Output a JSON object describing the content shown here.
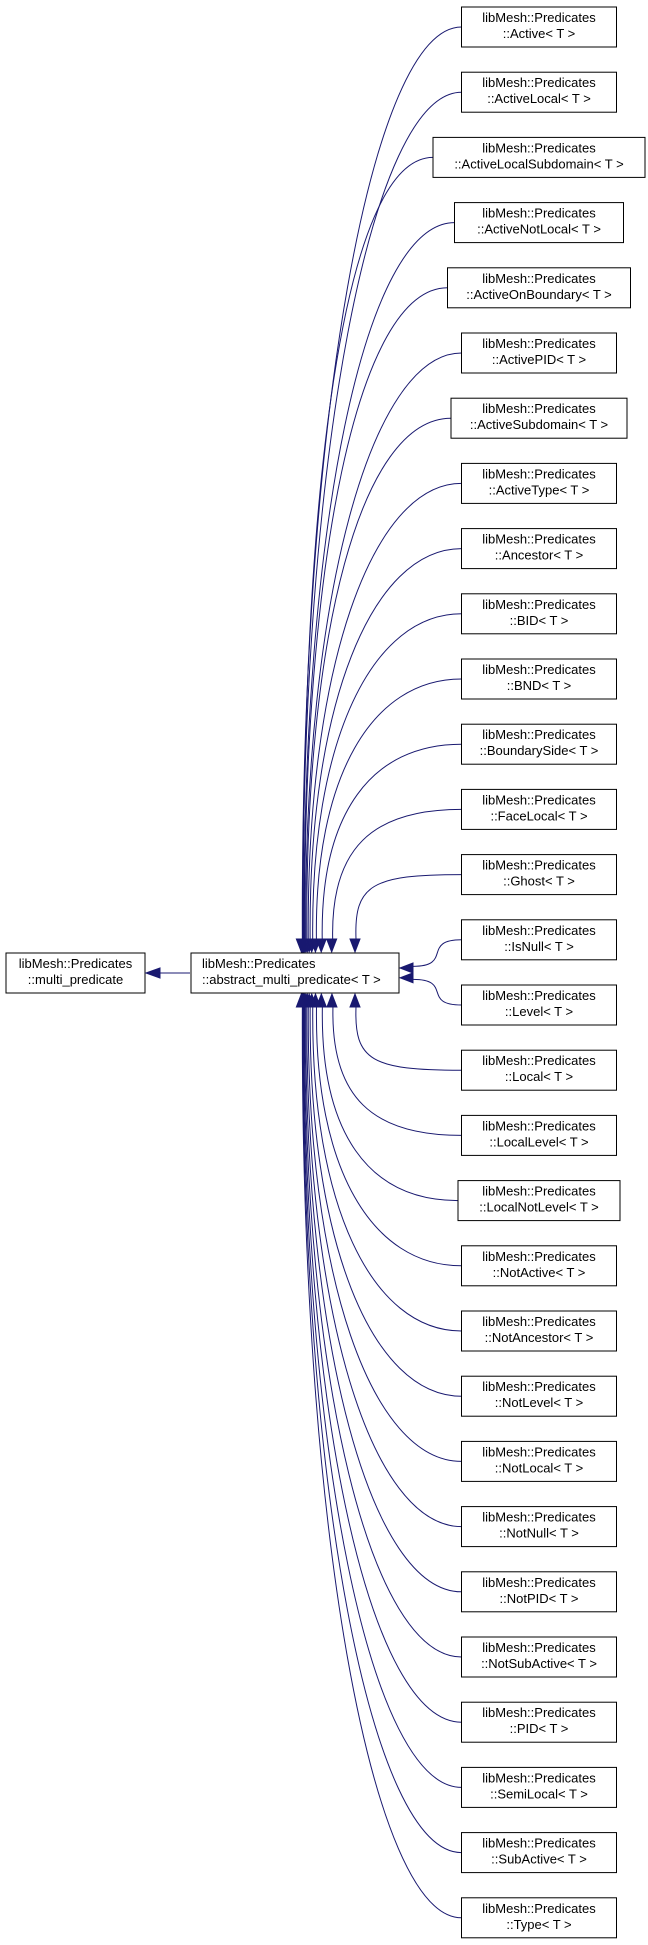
{
  "diagram": {
    "base": {
      "line1": "libMesh::Predicates",
      "line2": "::multi_predicate"
    },
    "parent": {
      "line1": "libMesh::Predicates",
      "line2": "::abstract_multi_predicate< T >"
    },
    "children": [
      {
        "line1": "libMesh::Predicates",
        "line2": "::Active< T >"
      },
      {
        "line1": "libMesh::Predicates",
        "line2": "::ActiveLocal< T >"
      },
      {
        "line1": "libMesh::Predicates",
        "line2": "::ActiveLocalSubdomain< T >"
      },
      {
        "line1": "libMesh::Predicates",
        "line2": "::ActiveNotLocal< T >"
      },
      {
        "line1": "libMesh::Predicates",
        "line2": "::ActiveOnBoundary< T >"
      },
      {
        "line1": "libMesh::Predicates",
        "line2": "::ActivePID< T >"
      },
      {
        "line1": "libMesh::Predicates",
        "line2": "::ActiveSubdomain< T >"
      },
      {
        "line1": "libMesh::Predicates",
        "line2": "::ActiveType< T >"
      },
      {
        "line1": "libMesh::Predicates",
        "line2": "::Ancestor< T >"
      },
      {
        "line1": "libMesh::Predicates",
        "line2": "::BID< T >"
      },
      {
        "line1": "libMesh::Predicates",
        "line2": "::BND< T >"
      },
      {
        "line1": "libMesh::Predicates",
        "line2": "::BoundarySide< T >"
      },
      {
        "line1": "libMesh::Predicates",
        "line2": "::FaceLocal< T >"
      },
      {
        "line1": "libMesh::Predicates",
        "line2": "::Ghost< T >"
      },
      {
        "line1": "libMesh::Predicates",
        "line2": "::IsNull< T >"
      },
      {
        "line1": "libMesh::Predicates",
        "line2": "::Level< T >"
      },
      {
        "line1": "libMesh::Predicates",
        "line2": "::Local< T >"
      },
      {
        "line1": "libMesh::Predicates",
        "line2": "::LocalLevel< T >"
      },
      {
        "line1": "libMesh::Predicates",
        "line2": "::LocalNotLevel< T >"
      },
      {
        "line1": "libMesh::Predicates",
        "line2": "::NotActive< T >"
      },
      {
        "line1": "libMesh::Predicates",
        "line2": "::NotAncestor< T >"
      },
      {
        "line1": "libMesh::Predicates",
        "line2": "::NotLevel< T >"
      },
      {
        "line1": "libMesh::Predicates",
        "line2": "::NotLocal< T >"
      },
      {
        "line1": "libMesh::Predicates",
        "line2": "::NotNull< T >"
      },
      {
        "line1": "libMesh::Predicates",
        "line2": "::NotPID< T >"
      },
      {
        "line1": "libMesh::Predicates",
        "line2": "::NotSubActive< T >"
      },
      {
        "line1": "libMesh::Predicates",
        "line2": "::PID< T >"
      },
      {
        "line1": "libMesh::Predicates",
        "line2": "::SemiLocal< T >"
      },
      {
        "line1": "libMesh::Predicates",
        "line2": "::SubActive< T >"
      },
      {
        "line1": "libMesh::Predicates",
        "line2": "::Type< T >"
      }
    ]
  },
  "colors": {
    "edge": "#191970",
    "node_border": "#000000",
    "background": "#ffffff"
  }
}
